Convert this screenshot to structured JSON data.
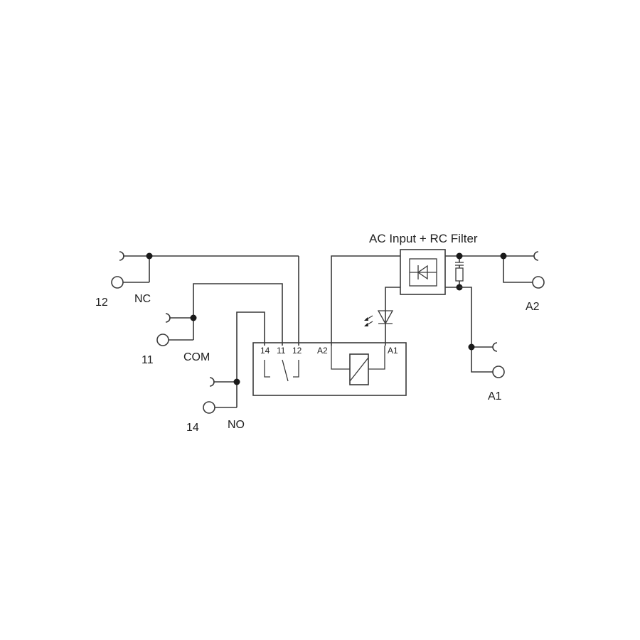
{
  "diagram": {
    "title": "AC Input + RC Filter",
    "terminals_left": [
      {
        "number": "12",
        "name": "NC"
      },
      {
        "number": "11",
        "name": "COM"
      },
      {
        "number": "14",
        "name": "NO"
      }
    ],
    "terminals_right": [
      {
        "number": "A2"
      },
      {
        "number": "A1"
      }
    ],
    "relay_pins": [
      "14",
      "11",
      "12",
      "A2",
      "A1"
    ]
  }
}
